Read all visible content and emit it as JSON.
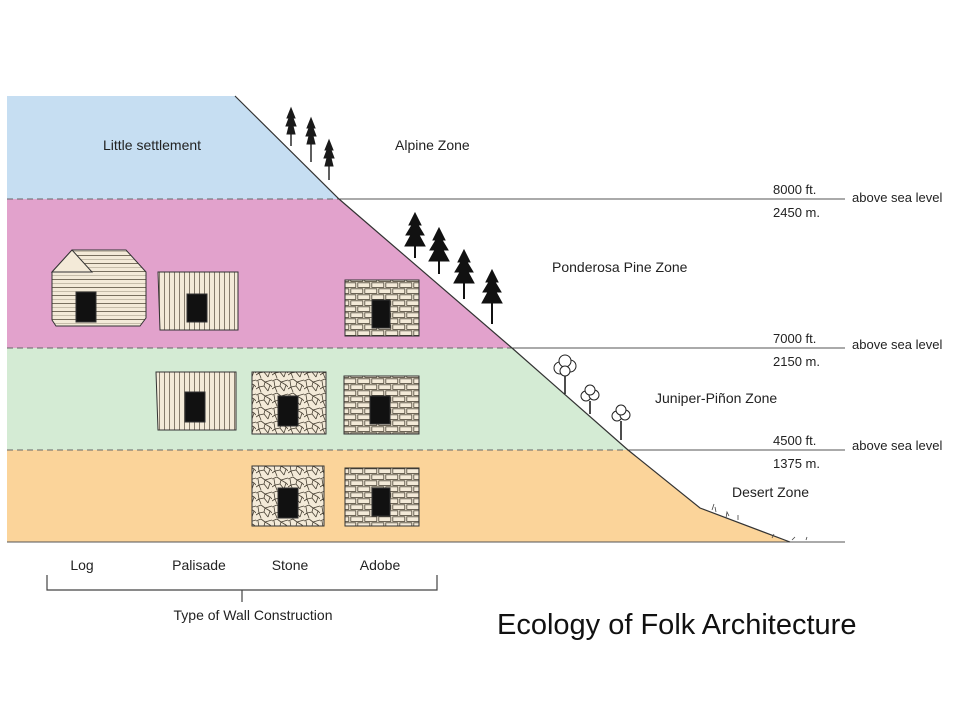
{
  "zones": [
    {
      "label": "Alpine Zone",
      "color": "#c6def2"
    },
    {
      "label": "Ponderosa Pine Zone",
      "color": "#e2a2cc"
    },
    {
      "label": "Juniper-Piñon Zone",
      "color": "#d4ebd4"
    },
    {
      "label": "Desert Zone",
      "color": "#fbd49a"
    }
  ],
  "settlement_label": "Little settlement",
  "elevations": [
    {
      "feet": "8000 ft.",
      "meters": "2450 m.",
      "note": "above sea level"
    },
    {
      "feet": "7000 ft.",
      "meters": "2150 m.",
      "note": "above sea level"
    },
    {
      "feet": "4500 ft.",
      "meters": "1375 m.",
      "note": "above sea level"
    }
  ],
  "wall_types": [
    "Log",
    "Palisade",
    "Stone",
    "Adobe"
  ],
  "axis_label": "Type of Wall Construction",
  "caption": "Ecology of Folk Architecture",
  "building_types": {
    "row1": [
      "log",
      "palisade",
      "adobe"
    ],
    "row2": [
      "palisade",
      "stone",
      "adobe"
    ],
    "row3": [
      "stone",
      "adobe"
    ]
  }
}
